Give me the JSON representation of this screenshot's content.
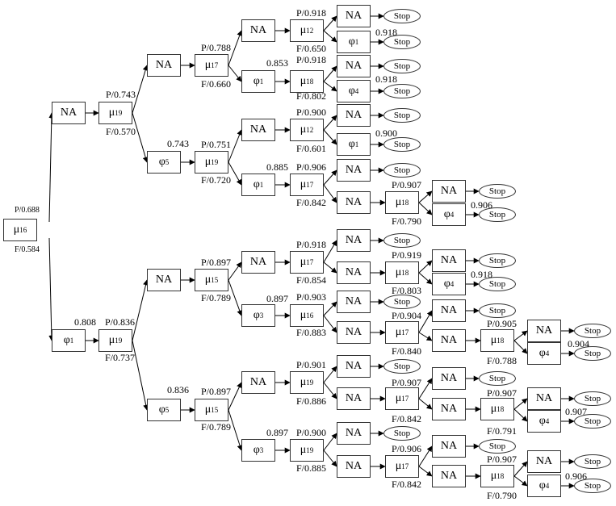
{
  "tree": {
    "nodes": [
      {
        "id": "root",
        "label": "μ16",
        "type": "box"
      },
      {
        "id": "A",
        "label": "NA",
        "type": "box"
      },
      {
        "id": "A1",
        "label": "μ19",
        "type": "box"
      },
      {
        "id": "A2",
        "label": "NA",
        "type": "box"
      },
      {
        "id": "A3",
        "label": "μ17",
        "type": "box"
      },
      {
        "id": "A4",
        "label": "NA",
        "type": "box"
      },
      {
        "id": "A5",
        "label": "μ12",
        "type": "box"
      },
      {
        "id": "A6",
        "label": "NA",
        "type": "box"
      },
      {
        "id": "A6s",
        "label": "Stop",
        "type": "stop"
      },
      {
        "id": "A7",
        "label": "φ1",
        "type": "box"
      },
      {
        "id": "A7s",
        "label": "Stop",
        "type": "stop"
      },
      {
        "id": "A8",
        "label": "φ1",
        "type": "box"
      },
      {
        "id": "A9",
        "label": "μ18",
        "type": "box"
      },
      {
        "id": "A10",
        "label": "NA",
        "type": "box"
      },
      {
        "id": "A10s",
        "label": "Stop",
        "type": "stop"
      },
      {
        "id": "A11",
        "label": "φ4",
        "type": "box"
      },
      {
        "id": "A11s",
        "label": "Stop",
        "type": "stop"
      },
      {
        "id": "B1",
        "label": "φ5",
        "type": "box"
      },
      {
        "id": "B2",
        "label": "μ19",
        "type": "box"
      },
      {
        "id": "B3",
        "label": "NA",
        "type": "box"
      },
      {
        "id": "B4",
        "label": "μ12",
        "type": "box"
      },
      {
        "id": "B5",
        "label": "NA",
        "type": "box"
      },
      {
        "id": "B5s",
        "label": "Stop",
        "type": "stop"
      },
      {
        "id": "B6",
        "label": "φ1",
        "type": "box"
      },
      {
        "id": "B6s",
        "label": "Stop",
        "type": "stop"
      },
      {
        "id": "B7",
        "label": "φ1",
        "type": "box"
      },
      {
        "id": "B8",
        "label": "μ17",
        "type": "box"
      },
      {
        "id": "B9",
        "label": "NA",
        "type": "box"
      },
      {
        "id": "B9s",
        "label": "Stop",
        "type": "stop"
      },
      {
        "id": "B10",
        "label": "NA",
        "type": "box"
      },
      {
        "id": "B11",
        "label": "μ18",
        "type": "box"
      },
      {
        "id": "B12",
        "label": "NA",
        "type": "box"
      },
      {
        "id": "B12s",
        "label": "Stop",
        "type": "stop"
      },
      {
        "id": "B13",
        "label": "φ4",
        "type": "box"
      },
      {
        "id": "B13s",
        "label": "Stop",
        "type": "stop"
      },
      {
        "id": "C",
        "label": "φ1",
        "type": "box"
      },
      {
        "id": "C1",
        "label": "μ19",
        "type": "box"
      },
      {
        "id": "C2",
        "label": "NA",
        "type": "box"
      },
      {
        "id": "C3",
        "label": "μ15",
        "type": "box"
      },
      {
        "id": "C4",
        "label": "NA",
        "type": "box"
      },
      {
        "id": "C5",
        "label": "μ17",
        "type": "box"
      },
      {
        "id": "C6",
        "label": "NA",
        "type": "box"
      },
      {
        "id": "C6s",
        "label": "Stop",
        "type": "stop"
      },
      {
        "id": "C7",
        "label": "NA",
        "type": "box"
      },
      {
        "id": "C8",
        "label": "μ18",
        "type": "box"
      },
      {
        "id": "C9",
        "label": "NA",
        "type": "box"
      },
      {
        "id": "C9s",
        "label": "Stop",
        "type": "stop"
      },
      {
        "id": "C10",
        "label": "φ4",
        "type": "box"
      },
      {
        "id": "C10s",
        "label": "Stop",
        "type": "stop"
      },
      {
        "id": "C11",
        "label": "φ3",
        "type": "box"
      },
      {
        "id": "C12",
        "label": "μ16",
        "type": "box"
      },
      {
        "id": "C13",
        "label": "NA",
        "type": "box"
      },
      {
        "id": "C13s",
        "label": "Stop",
        "type": "stop"
      },
      {
        "id": "C14",
        "label": "NA",
        "type": "box"
      },
      {
        "id": "C15",
        "label": "μ17",
        "type": "box"
      },
      {
        "id": "C16",
        "label": "NA",
        "type": "box"
      },
      {
        "id": "C16s",
        "label": "Stop",
        "type": "stop"
      },
      {
        "id": "C17",
        "label": "NA",
        "type": "box"
      },
      {
        "id": "C18",
        "label": "μ18",
        "type": "box"
      },
      {
        "id": "C19",
        "label": "NA",
        "type": "box"
      },
      {
        "id": "C19s",
        "label": "Stop",
        "type": "stop"
      },
      {
        "id": "C20",
        "label": "φ4",
        "type": "box"
      },
      {
        "id": "C20s",
        "label": "Stop",
        "type": "stop"
      },
      {
        "id": "D1",
        "label": "φ5",
        "type": "box"
      },
      {
        "id": "D2",
        "label": "μ15",
        "type": "box"
      },
      {
        "id": "D3",
        "label": "NA",
        "type": "box"
      },
      {
        "id": "D4",
        "label": "μ19",
        "type": "box"
      },
      {
        "id": "D5",
        "label": "NA",
        "type": "box"
      },
      {
        "id": "D5s",
        "label": "Stop",
        "type": "stop"
      },
      {
        "id": "D6",
        "label": "NA",
        "type": "box"
      },
      {
        "id": "D7",
        "label": "μ17",
        "type": "box"
      },
      {
        "id": "D8",
        "label": "NA",
        "type": "box"
      },
      {
        "id": "D8s",
        "label": "Stop",
        "type": "stop"
      },
      {
        "id": "D9",
        "label": "NA",
        "type": "box"
      },
      {
        "id": "D10",
        "label": "μ18",
        "type": "box"
      },
      {
        "id": "D11",
        "label": "NA",
        "type": "box"
      },
      {
        "id": "D11s",
        "label": "Stop",
        "type": "stop"
      },
      {
        "id": "D12",
        "label": "φ4",
        "type": "box"
      },
      {
        "id": "D12s",
        "label": "Stop",
        "type": "stop"
      },
      {
        "id": "D13",
        "label": "φ3",
        "type": "box"
      },
      {
        "id": "D14",
        "label": "μ19",
        "type": "box"
      },
      {
        "id": "D15",
        "label": "NA",
        "type": "box"
      },
      {
        "id": "D15s",
        "label": "Stop",
        "type": "stop"
      },
      {
        "id": "D16",
        "label": "NA",
        "type": "box"
      },
      {
        "id": "D17",
        "label": "μ17",
        "type": "box"
      },
      {
        "id": "D18",
        "label": "NA",
        "type": "box"
      },
      {
        "id": "D18s",
        "label": "Stop",
        "type": "stop"
      },
      {
        "id": "D19",
        "label": "NA",
        "type": "box"
      },
      {
        "id": "D20",
        "label": "μ18",
        "type": "box"
      },
      {
        "id": "D21",
        "label": "NA",
        "type": "box"
      },
      {
        "id": "D21s",
        "label": "Stop",
        "type": "stop"
      },
      {
        "id": "D22",
        "label": "φ4",
        "type": "box"
      },
      {
        "id": "D22s",
        "label": "Stop",
        "type": "stop"
      }
    ],
    "edges": [
      [
        "root",
        "A"
      ],
      [
        "root",
        "C"
      ],
      [
        "A",
        "A1"
      ],
      [
        "A1",
        "A2"
      ],
      [
        "A1",
        "B1"
      ],
      [
        "A2",
        "A3"
      ],
      [
        "A3",
        "A4"
      ],
      [
        "A3",
        "A8"
      ],
      [
        "A4",
        "A5"
      ],
      [
        "A5",
        "A6"
      ],
      [
        "A5",
        "A7"
      ],
      [
        "A6",
        "A6s"
      ],
      [
        "A7",
        "A7s"
      ],
      [
        "A8",
        "A9"
      ],
      [
        "A9",
        "A10"
      ],
      [
        "A9",
        "A11"
      ],
      [
        "A10",
        "A10s"
      ],
      [
        "A11",
        "A11s"
      ],
      [
        "B1",
        "B2"
      ],
      [
        "B2",
        "B3"
      ],
      [
        "B2",
        "B7"
      ],
      [
        "B3",
        "B4"
      ],
      [
        "B4",
        "B5"
      ],
      [
        "B4",
        "B6"
      ],
      [
        "B5",
        "B5s"
      ],
      [
        "B6",
        "B6s"
      ],
      [
        "B7",
        "B8"
      ],
      [
        "B8",
        "B9"
      ],
      [
        "B8",
        "B10"
      ],
      [
        "B9",
        "B9s"
      ],
      [
        "B10",
        "B11"
      ],
      [
        "B11",
        "B12"
      ],
      [
        "B11",
        "B13"
      ],
      [
        "B12",
        "B12s"
      ],
      [
        "B13",
        "B13s"
      ],
      [
        "C",
        "C1"
      ],
      [
        "C1",
        "C2"
      ],
      [
        "C1",
        "D1"
      ],
      [
        "C2",
        "C3"
      ],
      [
        "C3",
        "C4"
      ],
      [
        "C3",
        "C11"
      ],
      [
        "C4",
        "C5"
      ],
      [
        "C5",
        "C6"
      ],
      [
        "C5",
        "C7"
      ],
      [
        "C6",
        "C6s"
      ],
      [
        "C7",
        "C8"
      ],
      [
        "C8",
        "C9"
      ],
      [
        "C8",
        "C10"
      ],
      [
        "C9",
        "C9s"
      ],
      [
        "C10",
        "C10s"
      ],
      [
        "C11",
        "C12"
      ],
      [
        "C12",
        "C13"
      ],
      [
        "C12",
        "C14"
      ],
      [
        "C13",
        "C13s"
      ],
      [
        "C14",
        "C15"
      ],
      [
        "C15",
        "C16"
      ],
      [
        "C15",
        "C17"
      ],
      [
        "C16",
        "C16s"
      ],
      [
        "C17",
        "C18"
      ],
      [
        "C18",
        "C19"
      ],
      [
        "C18",
        "C20"
      ],
      [
        "C19",
        "C19s"
      ],
      [
        "C20",
        "C20s"
      ],
      [
        "D1",
        "D2"
      ],
      [
        "D2",
        "D3"
      ],
      [
        "D2",
        "D13"
      ],
      [
        "D3",
        "D4"
      ],
      [
        "D4",
        "D5"
      ],
      [
        "D4",
        "D6"
      ],
      [
        "D5",
        "D5s"
      ],
      [
        "D6",
        "D7"
      ],
      [
        "D7",
        "D8"
      ],
      [
        "D7",
        "D9"
      ],
      [
        "D8",
        "D8s"
      ],
      [
        "D9",
        "D10"
      ],
      [
        "D10",
        "D11"
      ],
      [
        "D10",
        "D12"
      ],
      [
        "D11",
        "D11s"
      ],
      [
        "D12",
        "D12s"
      ],
      [
        "D13",
        "D14"
      ],
      [
        "D14",
        "D15"
      ],
      [
        "D14",
        "D16"
      ],
      [
        "D15",
        "D15s"
      ],
      [
        "D16",
        "D17"
      ],
      [
        "D17",
        "D18"
      ],
      [
        "D17",
        "D19"
      ],
      [
        "D18",
        "D18s"
      ],
      [
        "D19",
        "D20"
      ],
      [
        "D20",
        "D21"
      ],
      [
        "D20",
        "D22"
      ],
      [
        "D21",
        "D21s"
      ],
      [
        "D22",
        "D22s"
      ]
    ],
    "labels": [
      {
        "id": "root-p",
        "text": "P/0.688"
      },
      {
        "id": "root-f",
        "text": "F/0.584"
      },
      {
        "id": "A1-p",
        "text": "P/0.743"
      },
      {
        "id": "A1-f",
        "text": "F/0.570"
      },
      {
        "id": "A3-p",
        "text": "P/0.788"
      },
      {
        "id": "A3-f",
        "text": "F/0.660"
      },
      {
        "id": "A5-p",
        "text": "P/0.918"
      },
      {
        "id": "A5-f",
        "text": "F/0.650"
      },
      {
        "id": "A7-v",
        "text": "0.918"
      },
      {
        "id": "A8-v",
        "text": "0.853"
      },
      {
        "id": "A9-p",
        "text": "P/0.918"
      },
      {
        "id": "A9-f",
        "text": "F/0.802"
      },
      {
        "id": "A11-v",
        "text": "0.918"
      },
      {
        "id": "B1-v",
        "text": "0.743"
      },
      {
        "id": "B2-p",
        "text": "P/0.751"
      },
      {
        "id": "B2-f",
        "text": "F/0.720"
      },
      {
        "id": "B4-p",
        "text": "P/0.900"
      },
      {
        "id": "B4-f",
        "text": "F/0.601"
      },
      {
        "id": "B6-v",
        "text": "0.900"
      },
      {
        "id": "B7-v",
        "text": "0.885"
      },
      {
        "id": "B8-p",
        "text": "P/0.906"
      },
      {
        "id": "B8-f",
        "text": "F/0.842"
      },
      {
        "id": "B11-p",
        "text": "P/0.907"
      },
      {
        "id": "B11-f",
        "text": "F/0.790"
      },
      {
        "id": "B13-v",
        "text": "0.906"
      },
      {
        "id": "C-v",
        "text": "0.808"
      },
      {
        "id": "C1-p",
        "text": "P/0.836"
      },
      {
        "id": "C1-f",
        "text": "F/0.737"
      },
      {
        "id": "C3-p",
        "text": "P/0.897"
      },
      {
        "id": "C3-f",
        "text": "F/0.789"
      },
      {
        "id": "C5-p",
        "text": "P/0.918"
      },
      {
        "id": "C5-f",
        "text": "F/0.854"
      },
      {
        "id": "C8-p",
        "text": "P/0.919"
      },
      {
        "id": "C8-f",
        "text": "F/0.803"
      },
      {
        "id": "C10-v",
        "text": "0.918"
      },
      {
        "id": "C11-v",
        "text": "0.897"
      },
      {
        "id": "C12-p",
        "text": "P/0.903"
      },
      {
        "id": "C12-f",
        "text": "F/0.883"
      },
      {
        "id": "C15-p",
        "text": "P/0.904"
      },
      {
        "id": "C15-f",
        "text": "F/0.840"
      },
      {
        "id": "C18-p",
        "text": "P/0.905"
      },
      {
        "id": "C18-f",
        "text": "F/0.788"
      },
      {
        "id": "C20-v",
        "text": "0.904"
      },
      {
        "id": "D1-v",
        "text": "0.836"
      },
      {
        "id": "D2-p",
        "text": "P/0.897"
      },
      {
        "id": "D2-f",
        "text": "F/0.789"
      },
      {
        "id": "D4-p",
        "text": "P/0.901"
      },
      {
        "id": "D4-f",
        "text": "F/0.886"
      },
      {
        "id": "D7-p",
        "text": "P/0.907"
      },
      {
        "id": "D7-f",
        "text": "F/0.842"
      },
      {
        "id": "D10-p",
        "text": "P/0.907"
      },
      {
        "id": "D10-f",
        "text": "F/0.791"
      },
      {
        "id": "D12-v",
        "text": "0.907"
      },
      {
        "id": "D13-v",
        "text": "0.897"
      },
      {
        "id": "D14-p",
        "text": "P/0.900"
      },
      {
        "id": "D14-f",
        "text": "F/0.885"
      },
      {
        "id": "D17-p",
        "text": "P/0.906"
      },
      {
        "id": "D17-f",
        "text": "F/0.842"
      },
      {
        "id": "D20-p",
        "text": "P/0.907"
      },
      {
        "id": "D20-f",
        "text": "F/0.790"
      },
      {
        "id": "D22-v",
        "text": "0.906"
      }
    ]
  }
}
